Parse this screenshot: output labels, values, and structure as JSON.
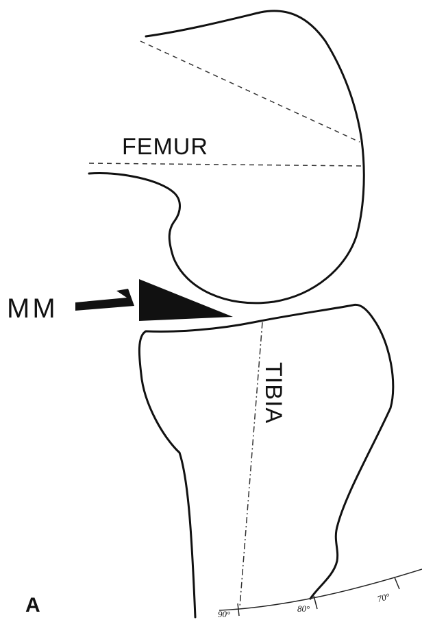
{
  "labels": {
    "femur": "FEMUR",
    "tibia": "TIBIA",
    "marker": "MM",
    "panel": "A"
  },
  "scale": {
    "ticks": [
      "90°",
      "80°",
      "70°"
    ]
  },
  "colors": {
    "ink": "#111111",
    "background": "#ffffff"
  }
}
